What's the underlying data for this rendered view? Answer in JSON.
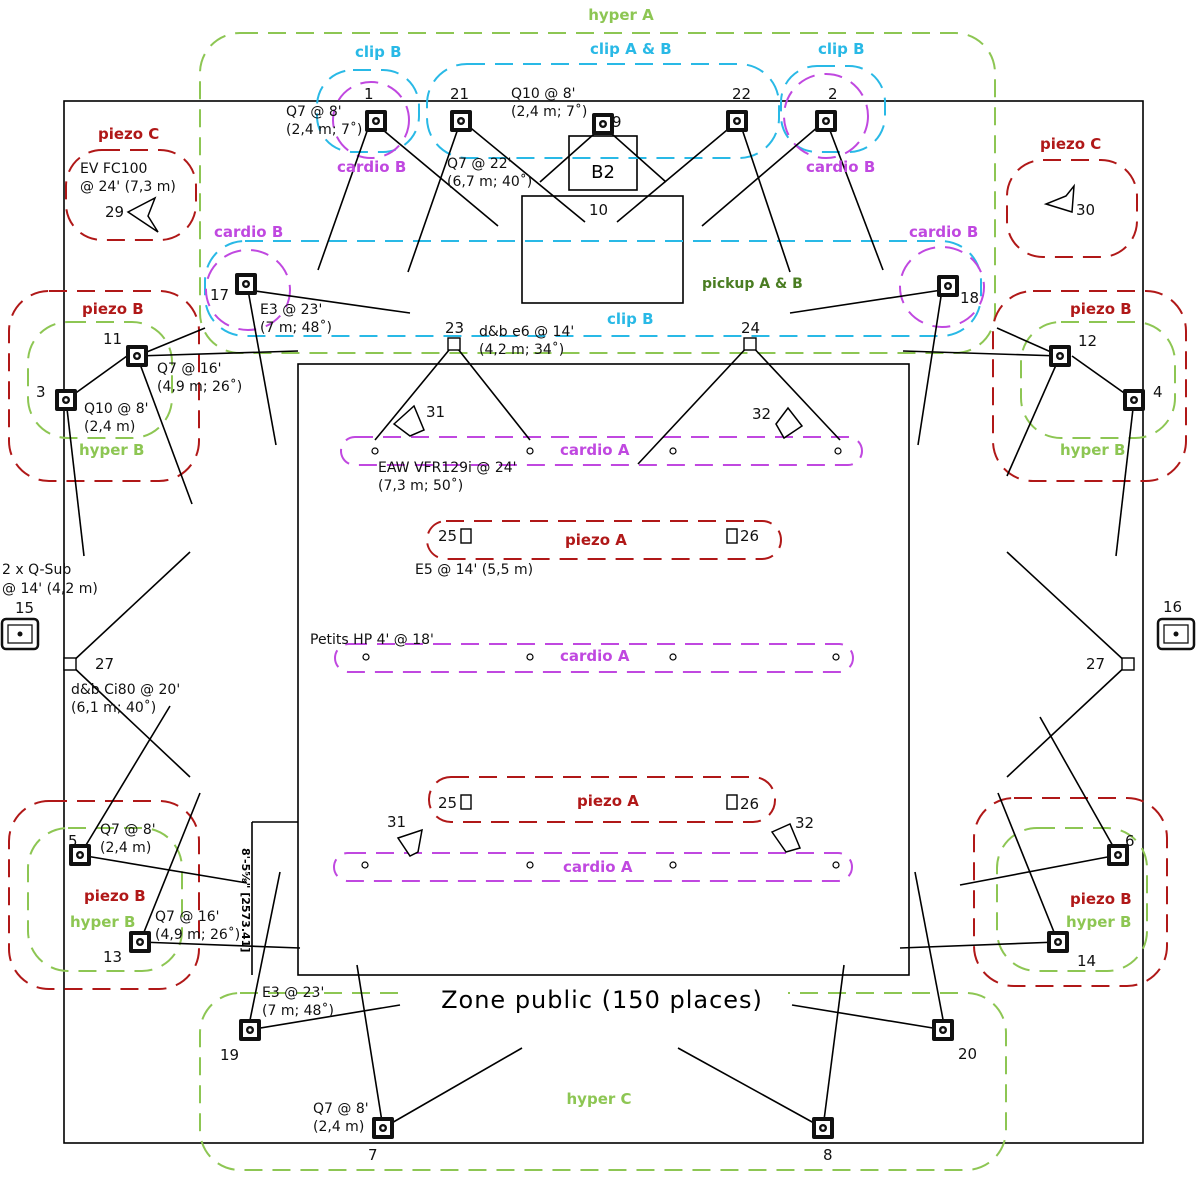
{
  "zone_public": "Zone public  (150  places)",
  "zones": {
    "hyper_a": "hyper A",
    "hyper_b": "hyper  B",
    "hyper_b_left_bottom": "hyper B",
    "hyper_c": "hyper C",
    "piezo_a": "piezo A",
    "piezo_b": "piezo B",
    "piezo_c": "piezo C",
    "clip_b_left": "clip B",
    "clip_b_right": "clip  B",
    "clip_b_mid": "clip  B",
    "clip_ab": "clip  A & B",
    "cardio_a": "cardio A",
    "cardio_b": "cardio B",
    "pickup_ab": "pickup A & B"
  },
  "labels": {
    "q7_8_top": "Q7 @ 8'",
    "q7_8_top_m": "(2,4 m; 7˚)",
    "q10_8_top": "Q10 @ 8'",
    "q10_8_top_m": "(2,4 m; 7˚)",
    "q7_22": "Q7 @ 22'",
    "q7_22_m": "(6,7 m; 40˚)",
    "b2": "B2",
    "ev_fc100": "EV FC100",
    "ev_fc100_m": "@ 24' (7,3 m)",
    "e3_23_top": "E3 @ 23'",
    "e3_23_top_m": "(7 m; 48˚)",
    "dnb_e6": "d&b e6 @ 14'",
    "dnb_e6_m": "(4,2 m; 34˚)",
    "q7_16_top": "Q7 @ 16'",
    "q7_16_top_m": "(4,9 m; 26˚)",
    "q10_8_left": "Q10 @ 8'",
    "q10_8_left_m": "(2,4 m)",
    "eaw": "EAW VFR129i @ 24'",
    "eaw_m": "(7,3 m; 50˚)",
    "e5": "E5 @ 14' (5,5 m)",
    "qsub": "2 x Q-Sub",
    "qsub_m": "@ 14' (4,2 m)",
    "petits_hp": "Petits HP 4' @ 18'",
    "ci80": "d&b Ci80 @ 20'",
    "ci80_m": "(6,1 m; 40˚)",
    "q7_8_left_bottom": "Q7 @ 8'",
    "q7_8_left_bottom_m": "(2,4 m)",
    "q7_16_bottom": "Q7 @ 16'",
    "q7_16_bottom_m": "(4,9 m; 26˚)",
    "e3_23_bottom": "E3 @ 23'",
    "e3_23_bottom_m": "(7 m; 48˚)",
    "q7_8_bottom": "Q7 @ 8'",
    "q7_8_bottom_m": "(2,4 m)",
    "dimension": "8'-5⅝\" [2573.41]"
  },
  "numbers": {
    "n1": "1",
    "n2": "2",
    "n3": "3",
    "n4": "4",
    "n5": "5",
    "n6": "6",
    "n7": "7",
    "n8": "8",
    "n9": "9",
    "n10": "10",
    "n11": "11",
    "n12": "12",
    "n13": "13",
    "n14": "14",
    "n15": "15",
    "n16": "16",
    "n17": "17",
    "n18": "18",
    "n19": "19",
    "n20": "20",
    "n21": "21",
    "n22": "22",
    "n23": "23",
    "n24": "24",
    "n25": "25",
    "n26": "26",
    "n27": "27",
    "n29": "29",
    "n30": "30",
    "n31": "31",
    "n32": "32"
  },
  "colors": {
    "red": "#b01818",
    "green": "#8dc653",
    "blue": "#29b9e6",
    "magenta": "#c048e0",
    "dark_green": "#4a7d22"
  }
}
